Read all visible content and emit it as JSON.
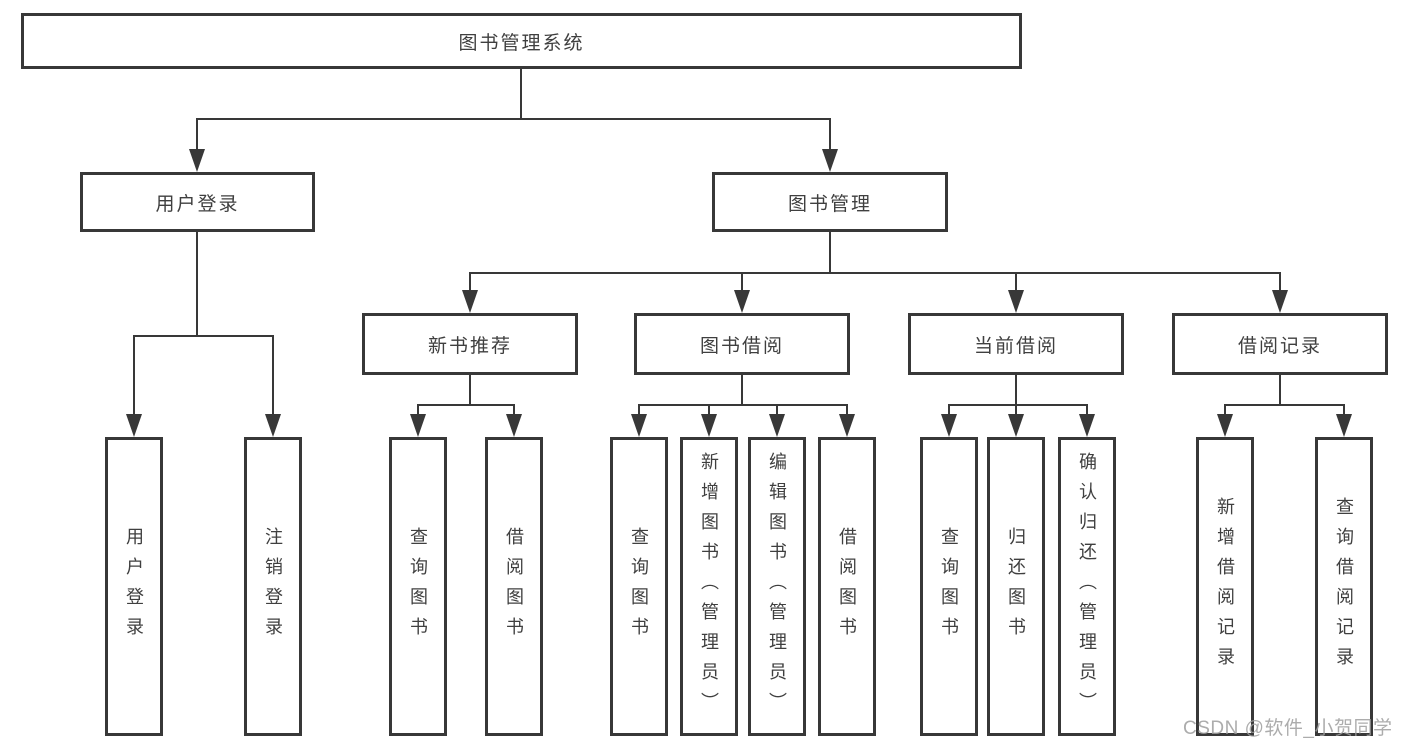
{
  "tree": {
    "root": {
      "label": "图书管理系统"
    },
    "children": [
      {
        "label": "用户登录",
        "children": [
          {
            "label": "用户登录"
          },
          {
            "label": "注销登录"
          }
        ]
      },
      {
        "label": "图书管理",
        "children": [
          {
            "label": "新书推荐",
            "children": [
              {
                "label": "查询图书"
              },
              {
                "label": "借阅图书"
              }
            ]
          },
          {
            "label": "图书借阅",
            "children": [
              {
                "label": "查询图书"
              },
              {
                "label": "新增图书（管理员）"
              },
              {
                "label": "编辑图书（管理员）"
              },
              {
                "label": "借阅图书"
              }
            ]
          },
          {
            "label": "当前借阅",
            "children": [
              {
                "label": "查询图书"
              },
              {
                "label": "归还图书"
              },
              {
                "label": "确认归还（管理员）"
              }
            ]
          },
          {
            "label": "借阅记录",
            "children": [
              {
                "label": "新增借阅记录"
              },
              {
                "label": "查询借阅记录"
              }
            ]
          }
        ]
      }
    ]
  },
  "watermark": {
    "text": "CSDN @软件_小贺同学"
  },
  "colors": {
    "line": "#383838",
    "box_border": "#383838",
    "text": "#3f3f3f",
    "watermark": "#9e9e9e",
    "background": "#ffffff"
  }
}
